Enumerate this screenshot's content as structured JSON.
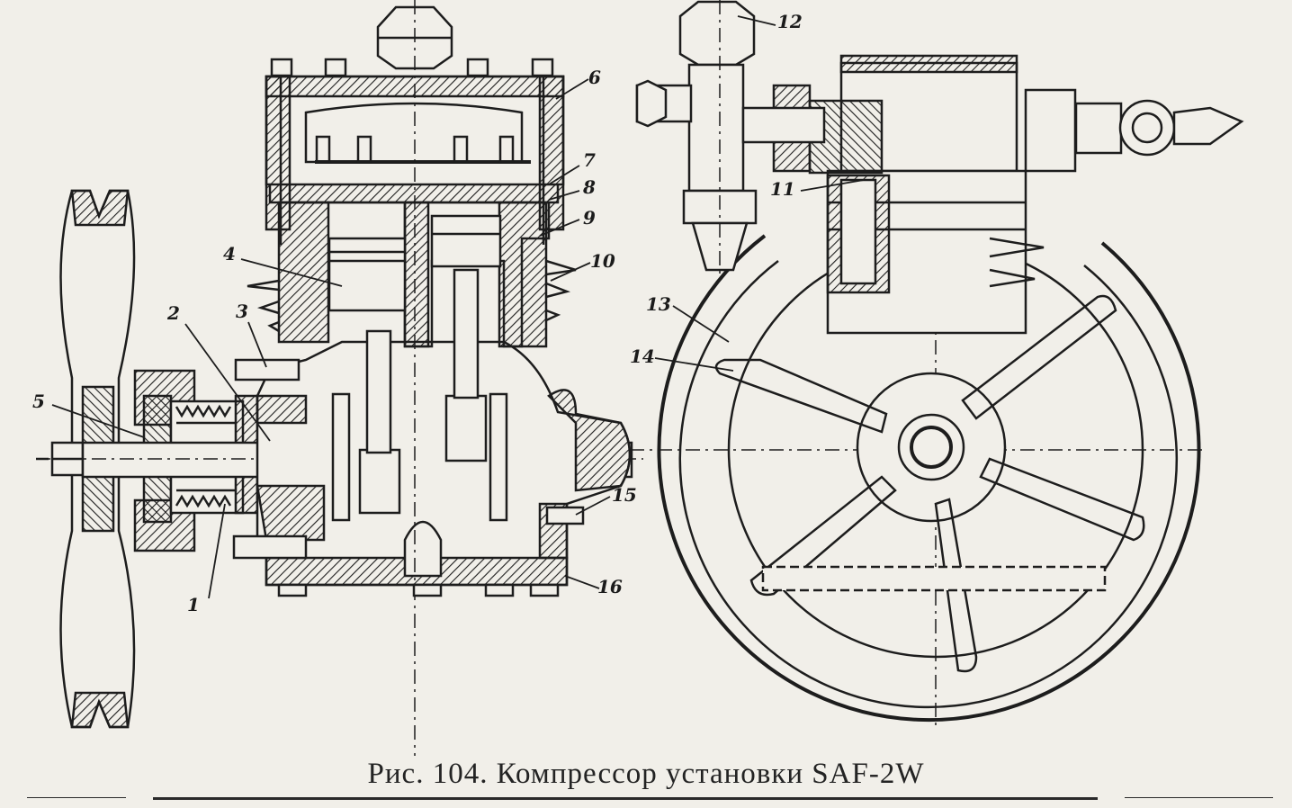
{
  "caption": "Рис. 104. Компрессор установки SAF-2W",
  "labels": {
    "l1": "1",
    "l2": "2",
    "l3": "3",
    "l4": "4",
    "l5": "5",
    "l6": "6",
    "l7": "7",
    "l8": "8",
    "l9": "9",
    "l10": "10",
    "l11": "11",
    "l12": "12",
    "l13": "13",
    "l14": "14",
    "l15": "15",
    "l16": "16"
  },
  "colors": {
    "ink": "#1d1d1d",
    "paper": "#f1efe9"
  }
}
